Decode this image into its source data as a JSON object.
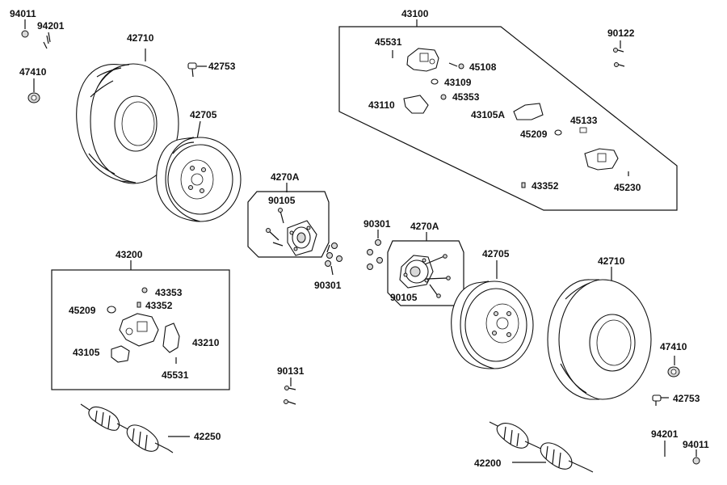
{
  "labels": {
    "l94011a": "94011",
    "l94201a": "94201",
    "l42710a": "42710",
    "l42753a": "42753",
    "l47410a": "47410",
    "l42705a": "42705",
    "l43100": "43100",
    "l90122": "90122",
    "l45531a": "45531",
    "l45108": "45108",
    "l43109": "43109",
    "l45353": "45353",
    "l43110": "43110",
    "l43105A": "43105A",
    "l45133": "45133",
    "l45209a": "45209",
    "l43352a": "43352",
    "l45230": "45230",
    "l4270Aa": "4270A",
    "l90105a": "90105",
    "l90301a": "90301",
    "l4270Ab": "4270A",
    "l90301b": "90301",
    "l90105b": "90105",
    "l42705b": "42705",
    "l42710b": "42710",
    "l43200": "43200",
    "l43353": "43353",
    "l43352b": "43352",
    "l45209b": "45209",
    "l43210": "43210",
    "l43105": "43105",
    "l45531b": "45531",
    "l90131": "90131",
    "l47410b": "47410",
    "l42753b": "42753",
    "l42250": "42250",
    "l94201b": "94201",
    "l94011b": "94011",
    "l42200": "42200"
  }
}
